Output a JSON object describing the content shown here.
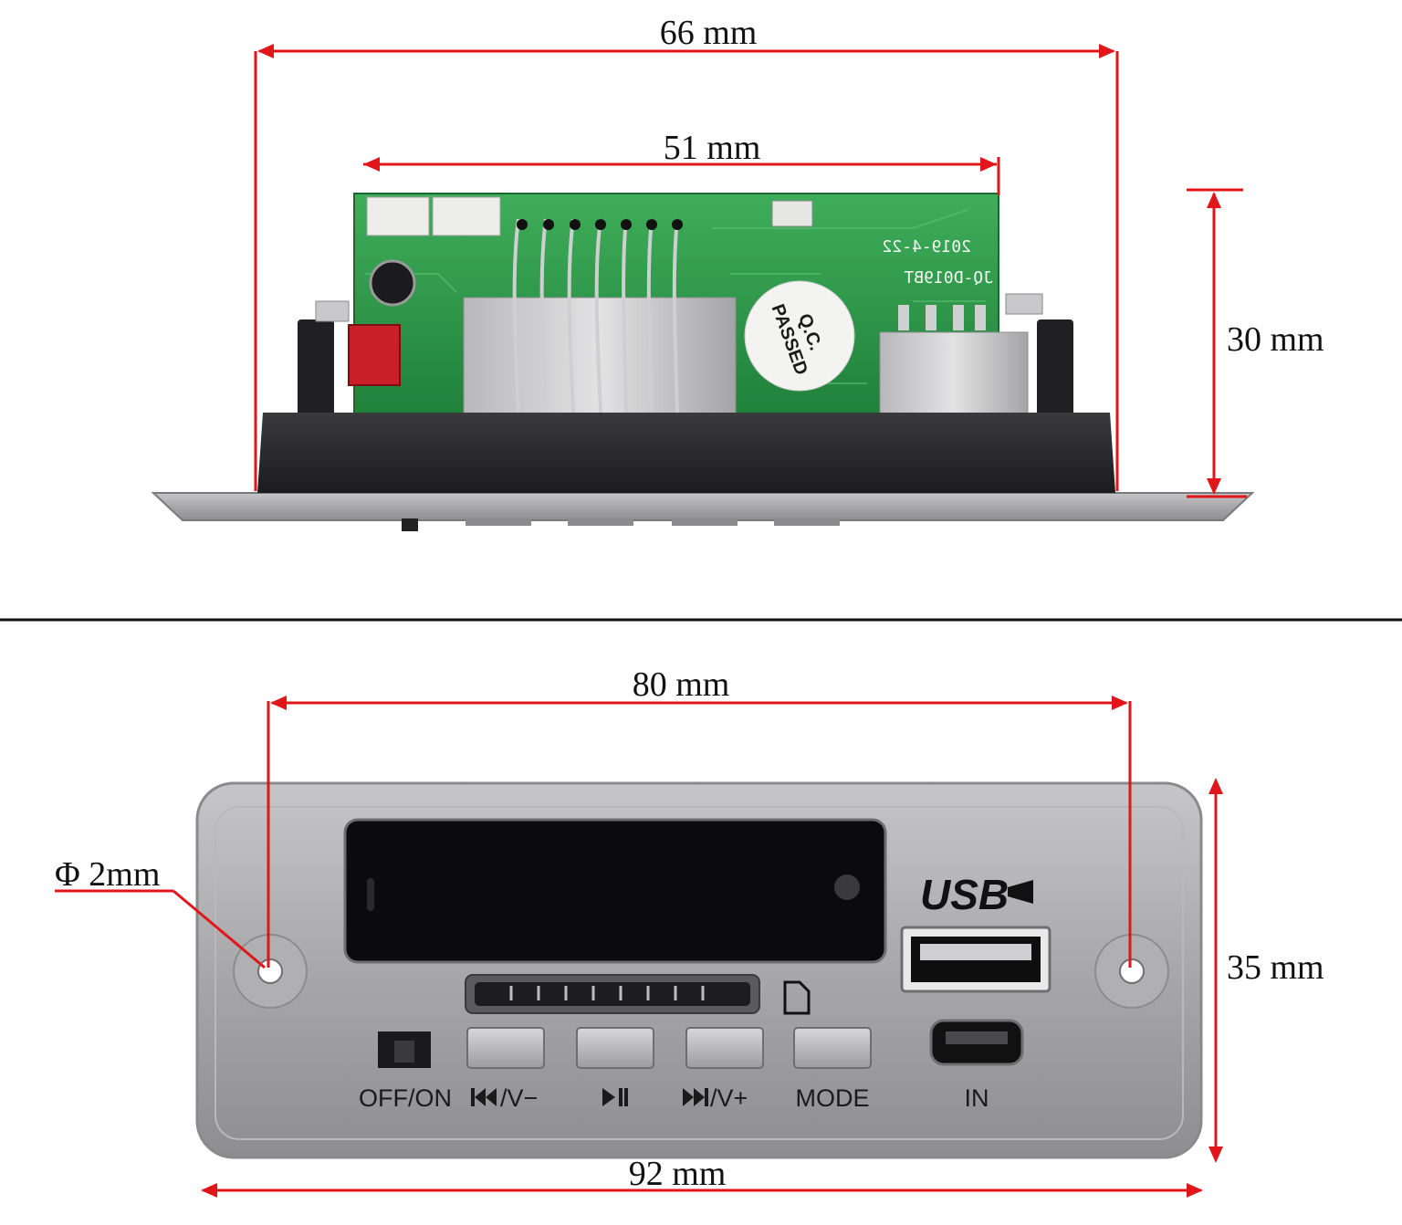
{
  "dimensions": {
    "top_outer_width": "66 mm",
    "top_pcb_width": "51 mm",
    "top_height": "30 mm",
    "front_hole_spacing": "80 mm",
    "front_width": "92 mm",
    "front_height": "35 mm",
    "hole_diameter": "Φ 2mm"
  },
  "board": {
    "date_marking": "2019-4-22",
    "model_marking": "JQ-D019BT",
    "seal_line1": "Q.C.",
    "seal_line2": "PASSED"
  },
  "panel": {
    "usb_logo": "USB",
    "labels": {
      "power": "OFF/ON",
      "prev_vol_down": "/V−",
      "play_pause_prefix": "",
      "next_vol_up": "/V+",
      "mode": "MODE",
      "input": "IN"
    }
  },
  "colors": {
    "dimension_line": "#e0161b",
    "pcb_green": "#2f9a4b",
    "panel_silver": "#a9a9ab",
    "display_window": "#0b0b0d"
  }
}
